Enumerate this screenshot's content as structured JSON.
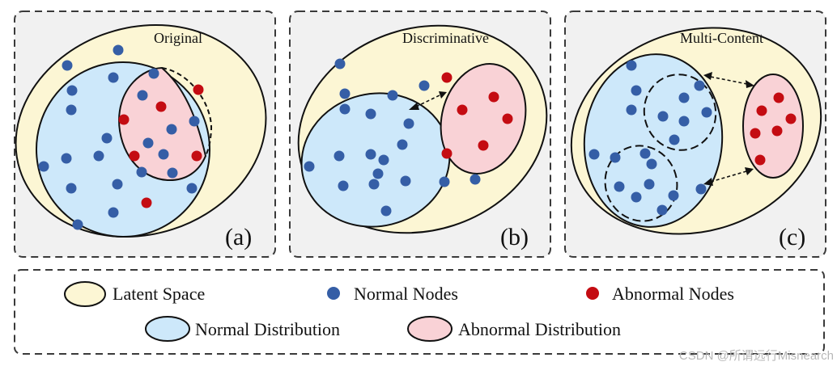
{
  "colors": {
    "latent_fill": "#FCF6D4",
    "normal_fill": "#CDE8FA",
    "abnormal_fill": "#F9D2D6",
    "normal_node": "#355EA6",
    "abnormal_node": "#C40C12",
    "panel_bg": "#F1F1F1",
    "border": "#3A3A3A"
  },
  "panels": [
    {
      "title": "Original",
      "tag": "(a)"
    },
    {
      "title": "Discriminative",
      "tag": "(b)"
    },
    {
      "title": "Multi-Content",
      "tag": "(c)"
    }
  ],
  "legend": {
    "latent_space": "Latent Space",
    "normal_nodes": "Normal Nodes",
    "abnormal_nodes": "Abnormal Nodes",
    "normal_distribution": "Normal Distribution",
    "abnormal_distribution": "Abnormal Distribution"
  },
  "watermark": "CSDN @所谓远行Misnearch"
}
